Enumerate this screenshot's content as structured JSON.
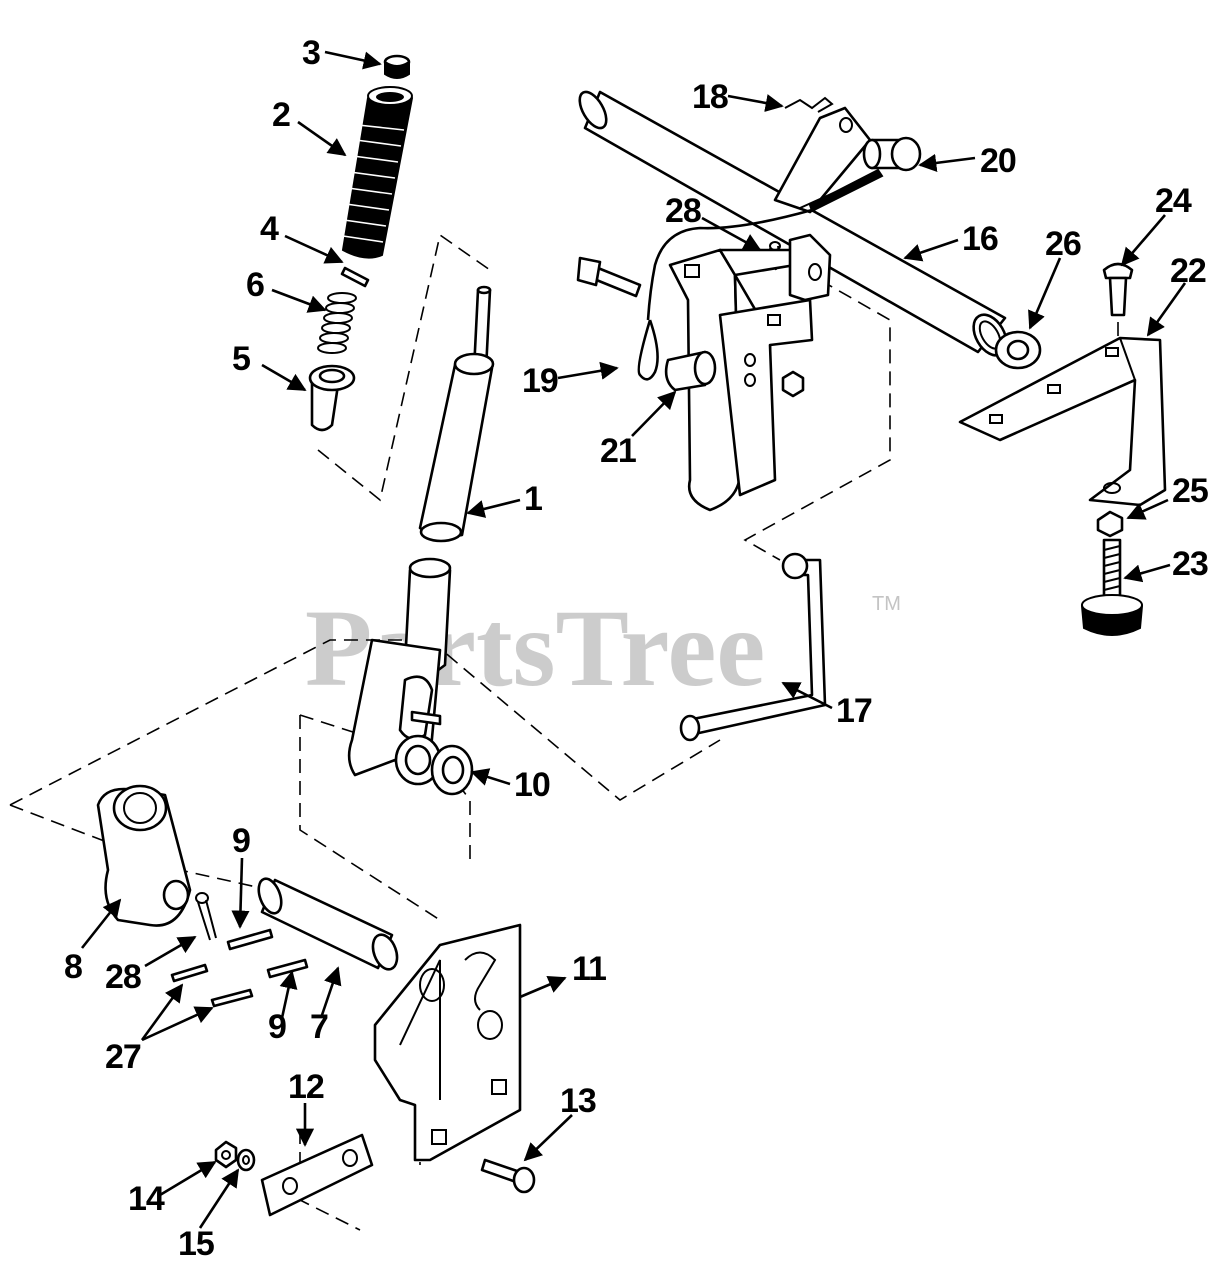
{
  "diagram": {
    "watermark": "PartsTree",
    "trademark": "TM",
    "callouts": [
      {
        "id": "c3",
        "text": "3"
      },
      {
        "id": "c2",
        "text": "2"
      },
      {
        "id": "c4",
        "text": "4"
      },
      {
        "id": "c6",
        "text": "6"
      },
      {
        "id": "c5",
        "text": "5"
      },
      {
        "id": "c1",
        "text": "1"
      },
      {
        "id": "c18",
        "text": "18"
      },
      {
        "id": "c20",
        "text": "20"
      },
      {
        "id": "c28a",
        "text": "28"
      },
      {
        "id": "c16",
        "text": "16"
      },
      {
        "id": "c26",
        "text": "26"
      },
      {
        "id": "c24",
        "text": "24"
      },
      {
        "id": "c22",
        "text": "22"
      },
      {
        "id": "c19",
        "text": "19"
      },
      {
        "id": "c21",
        "text": "21"
      },
      {
        "id": "c25",
        "text": "25"
      },
      {
        "id": "c23",
        "text": "23"
      },
      {
        "id": "c17",
        "text": "17"
      },
      {
        "id": "c10",
        "text": "10"
      },
      {
        "id": "c9a",
        "text": "9"
      },
      {
        "id": "c8",
        "text": "8"
      },
      {
        "id": "c28b",
        "text": "28"
      },
      {
        "id": "c11",
        "text": "11"
      },
      {
        "id": "c27",
        "text": "27"
      },
      {
        "id": "c9b",
        "text": "9"
      },
      {
        "id": "c7",
        "text": "7"
      },
      {
        "id": "c12",
        "text": "12"
      },
      {
        "id": "c13",
        "text": "13"
      },
      {
        "id": "c14",
        "text": "14"
      },
      {
        "id": "c15",
        "text": "15"
      }
    ]
  }
}
